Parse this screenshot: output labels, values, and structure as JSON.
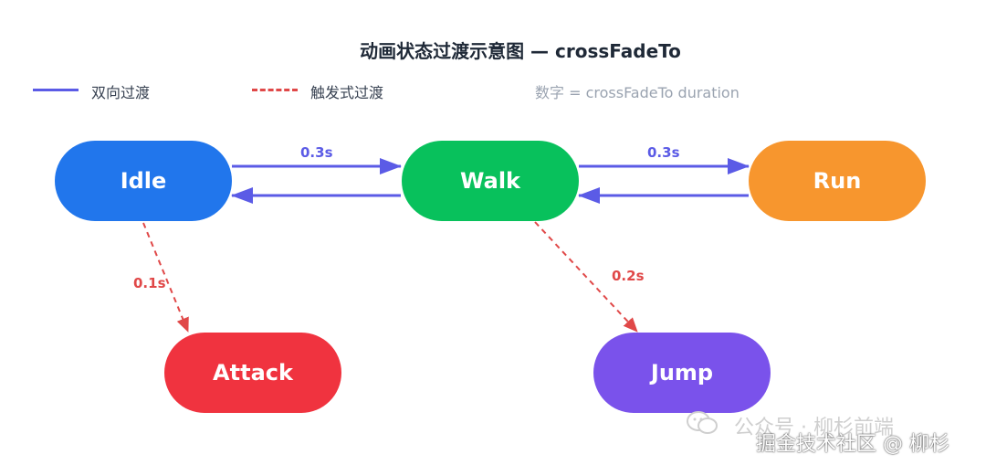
{
  "title": "动画状态过渡示意图 — crossFadeTo",
  "legend": {
    "bidirectional": "双向过渡",
    "triggered": "触发式过渡",
    "note": "数字 = crossFadeTo duration"
  },
  "nodes": {
    "idle": "Idle",
    "walk": "Walk",
    "run": "Run",
    "attack": "Attack",
    "jump": "Jump"
  },
  "edges": {
    "idle_walk": "0.3s",
    "walk_run": "0.3s",
    "idle_attack": "0.1s",
    "walk_jump": "0.2s"
  },
  "colors": {
    "idle": "#2176ec",
    "walk": "#08c15c",
    "run": "#f7962e",
    "attack": "#f0333f",
    "jump": "#7a52eb",
    "bidirectional": "#5b5be6",
    "triggered": "#e04848"
  },
  "watermark": {
    "line1": "公众号 · 柳杉前端",
    "line2": "掘金技术社区 @ 柳杉"
  }
}
